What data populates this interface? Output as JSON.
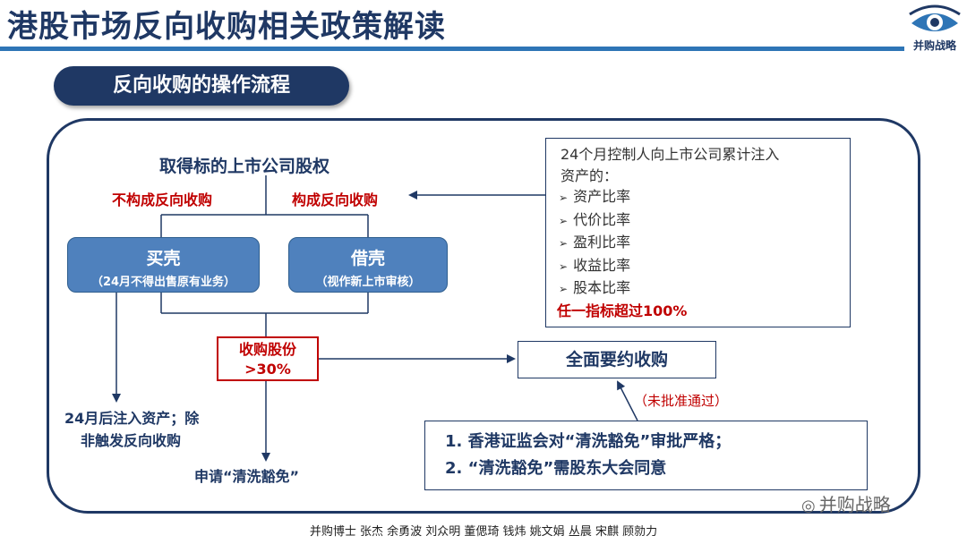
{
  "header": {
    "title": "港股市场反向收购相关政策解读",
    "logo_text": "并购战略"
  },
  "section": {
    "label": "反向收购的操作流程"
  },
  "flow": {
    "main": "取得标的上市公司股权",
    "not_reverse": "不构成反向收购",
    "is_reverse": "构成反向收购",
    "buy_shell": {
      "title": "买壳",
      "note": "（24月不得出售原有业务）"
    },
    "borrow_shell": {
      "title": "借壳",
      "note": "（视作新上市审核）"
    },
    "stake": {
      "line1": "收购股份",
      "line2": ">30%"
    },
    "full_offer": "全面要约收购",
    "note_24m": {
      "line1": "24月后注入资产；除",
      "line2": "非触发反向收购"
    },
    "whitewash": "申请“清洗豁免”",
    "rejected": "（未批准通过）"
  },
  "criteria": {
    "head_line1": "24个月控制人向上市公司累计注入",
    "head_line2": "资产的：",
    "items": [
      "资产比率",
      "代价比率",
      "盈利比率",
      "收益比率",
      "股本比率"
    ],
    "bullet": "➢",
    "highlight": "任一指标超过100%"
  },
  "hk_rules": {
    "item1": "1. 香港证监会对“清洗豁免”审批严格；",
    "item2": "2. “清洗豁免”需股东大会同意"
  },
  "watermark": "并购战略",
  "footer": "并购博士 张杰 余勇波 刘众明 董偲琦 钱炜 姚文娟 丛晨 宋麒 顾勍力",
  "colors": {
    "navy": "#1F3864",
    "blue": "#4F81BD",
    "accent": "#2E75B6",
    "red": "#C00000"
  }
}
